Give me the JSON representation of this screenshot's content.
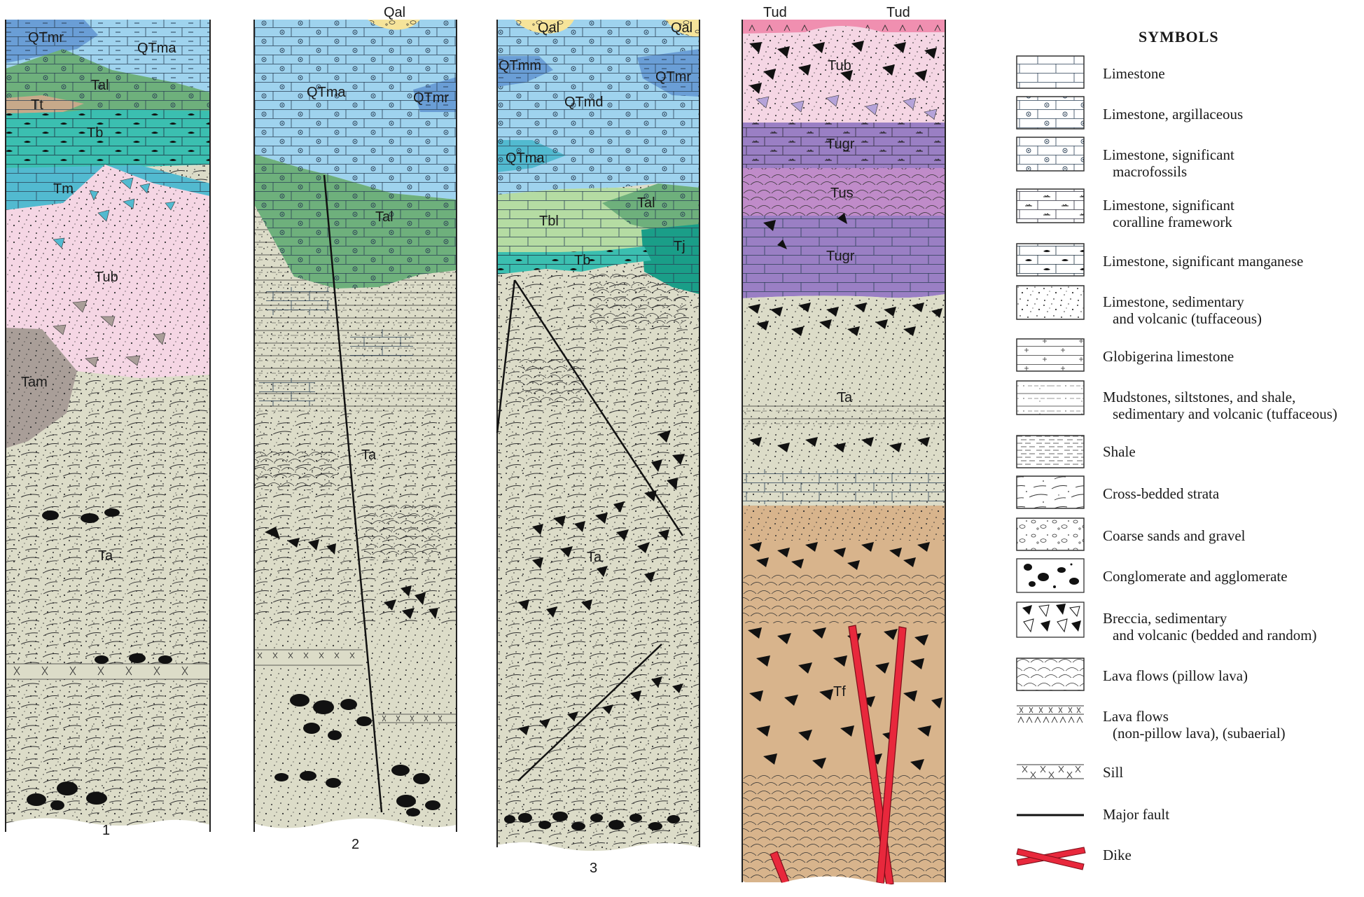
{
  "columns": [
    {
      "number": "1",
      "labels": [
        "QTmr",
        "QTma",
        "Tal",
        "Tt",
        "Tb",
        "Tm",
        "Tub",
        "Tam",
        "Ta"
      ]
    },
    {
      "number": "2",
      "labels": [
        "Qal",
        "QTma",
        "QTmr",
        "Tal",
        "Ta"
      ]
    },
    {
      "number": "3",
      "labels": [
        "Qal",
        "Qal",
        "QTmm",
        "QTmr",
        "QTmd",
        "QTma",
        "Tal",
        "Tbl",
        "Tj",
        "Tb",
        "Ta"
      ]
    },
    {
      "number": "",
      "labels": [
        "Tud",
        "Tud",
        "Tub",
        "Tugr",
        "Tus",
        "Tugr",
        "Ta",
        "Tf"
      ]
    }
  ],
  "legend": {
    "title": "SYMBOLS",
    "items": [
      {
        "id": "limestone",
        "lines": [
          "Limestone"
        ]
      },
      {
        "id": "limestone-argillaceous",
        "lines": [
          "Limestone, argillaceous"
        ]
      },
      {
        "id": "limestone-macrofossils",
        "lines": [
          "Limestone, significant",
          "macrofossils"
        ]
      },
      {
        "id": "limestone-coralline",
        "lines": [
          "Limestone, significant",
          "coralline framework"
        ]
      },
      {
        "id": "limestone-manganese",
        "lines": [
          "Limestone, significant manganese"
        ]
      },
      {
        "id": "limestone-tuffaceous",
        "lines": [
          "Limestone, sedimentary",
          "and volcanic (tuffaceous)"
        ]
      },
      {
        "id": "globigerina-limestone",
        "lines": [
          "Globigerina limestone"
        ]
      },
      {
        "id": "mudstones",
        "lines": [
          "Mudstones, siltstones, and shale,",
          "sedimentary and volcanic (tuffaceous)"
        ]
      },
      {
        "id": "shale",
        "lines": [
          "Shale"
        ]
      },
      {
        "id": "cross-bedded",
        "lines": [
          "Cross-bedded strata"
        ]
      },
      {
        "id": "coarse-sands",
        "lines": [
          "Coarse sands and gravel"
        ]
      },
      {
        "id": "conglomerate",
        "lines": [
          "Conglomerate and agglomerate"
        ]
      },
      {
        "id": "breccia",
        "lines": [
          "Breccia, sedimentary",
          "and volcanic (bedded and random)"
        ]
      },
      {
        "id": "pillow-lava",
        "lines": [
          "Lava flows (pillow lava)"
        ]
      },
      {
        "id": "non-pillow-lava",
        "lines": [
          "Lava flows",
          "(non-pillow lava), (subaerial)"
        ]
      },
      {
        "id": "sill",
        "lines": [
          "Sill"
        ]
      },
      {
        "id": "major-fault",
        "lines": [
          "Major fault"
        ]
      },
      {
        "id": "dike",
        "lines": [
          "Dike"
        ]
      }
    ]
  },
  "colors": {
    "limestone_blue": "#9fd3ee",
    "qtmr_blue": "#6a9ed6",
    "green_tal": "#6eb07c",
    "teal_tb": "#3bbfb0",
    "tan_tt": "#c7a98a",
    "pink_tub": "#f5d6e4",
    "gray_tam": "#a99e98",
    "beige_ta": "#dcdcc8",
    "lightgreen_tbl": "#b5dca3",
    "darkteal_tj": "#1a9e88",
    "purple_tugr": "#9a7fc4",
    "lavender_tus": "#c08bc9",
    "brown_tf": "#d8b48c",
    "yellow_qal": "#f6e49a",
    "red_dike": "#e8283c"
  }
}
